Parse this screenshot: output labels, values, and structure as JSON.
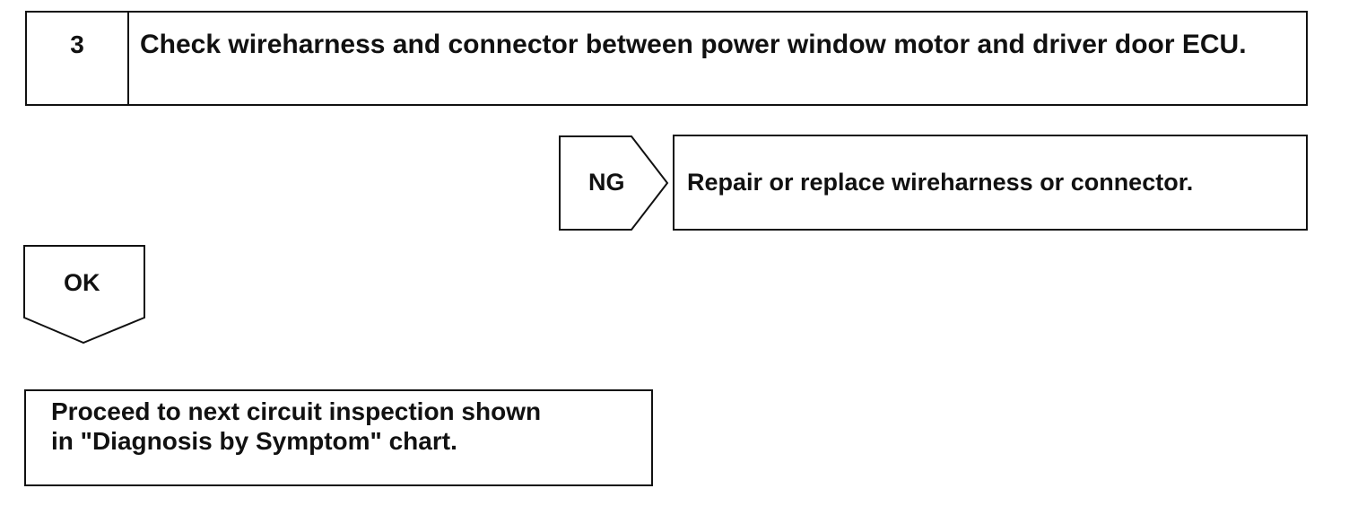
{
  "step": {
    "number": "3",
    "title": "Check wireharness and connector between power window motor and driver door ECU."
  },
  "ng_branch": {
    "label": "NG",
    "result": "Repair or replace wireharness or connector."
  },
  "ok_branch": {
    "label": "OK"
  },
  "next_step": {
    "lines": [
      "Proceed to next circuit inspection shown",
      "in \"Diagnosis by Symptom\" chart."
    ]
  }
}
